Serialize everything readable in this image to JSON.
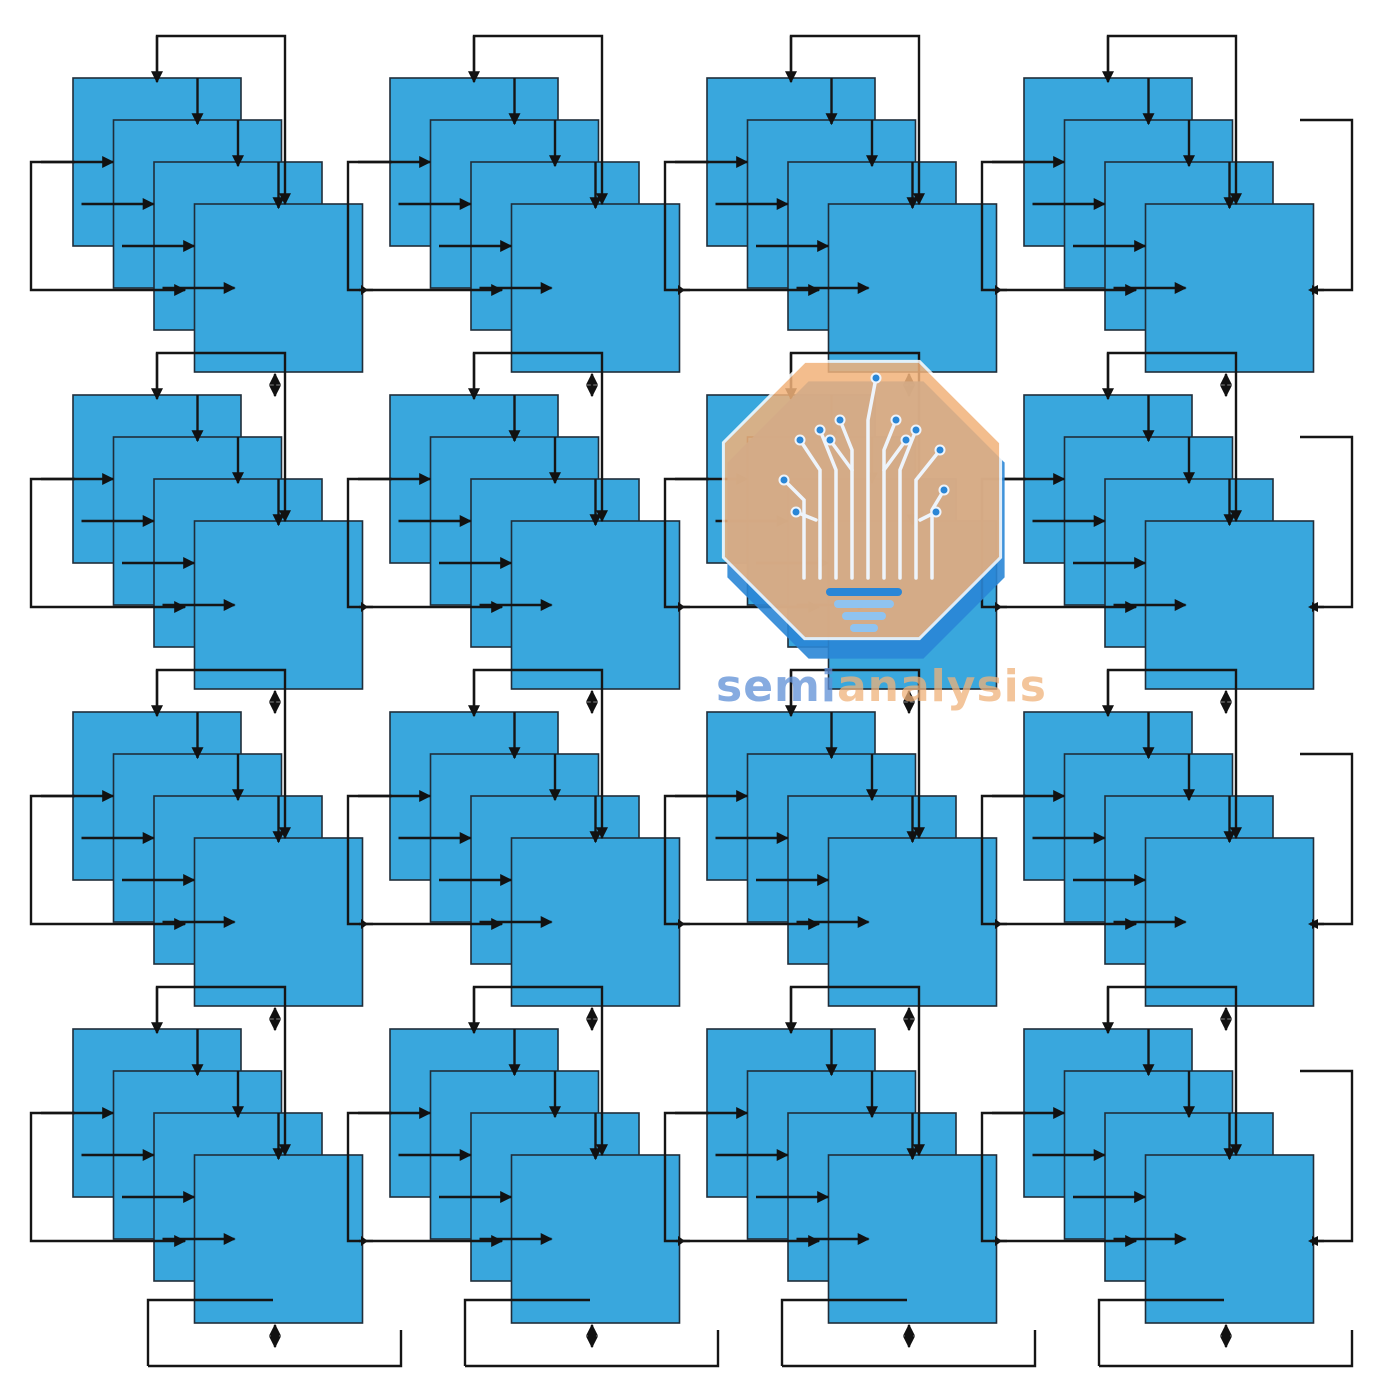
{
  "diagram": {
    "kind": "toroidal-3d-interconnect",
    "grid": {
      "rows": 4,
      "cols": 4,
      "layers_per_node": 4
    },
    "colors": {
      "tile_fill": "#39a7dd",
      "tile_stroke": "#1f2d3a",
      "wire": "#151515",
      "background": "#ffffff"
    }
  },
  "watermark": {
    "brand_part_1": "semi",
    "brand_part_2": "analysis",
    "colors": {
      "badge_fill": "#f2b27a",
      "badge_shadow": "#2a86d6",
      "circuit": "#eef4fb",
      "text_part_1": "#5e8fd6",
      "text_part_2": "#f0b27a"
    },
    "icon": "circuit-tree-lightbulb-icon"
  }
}
